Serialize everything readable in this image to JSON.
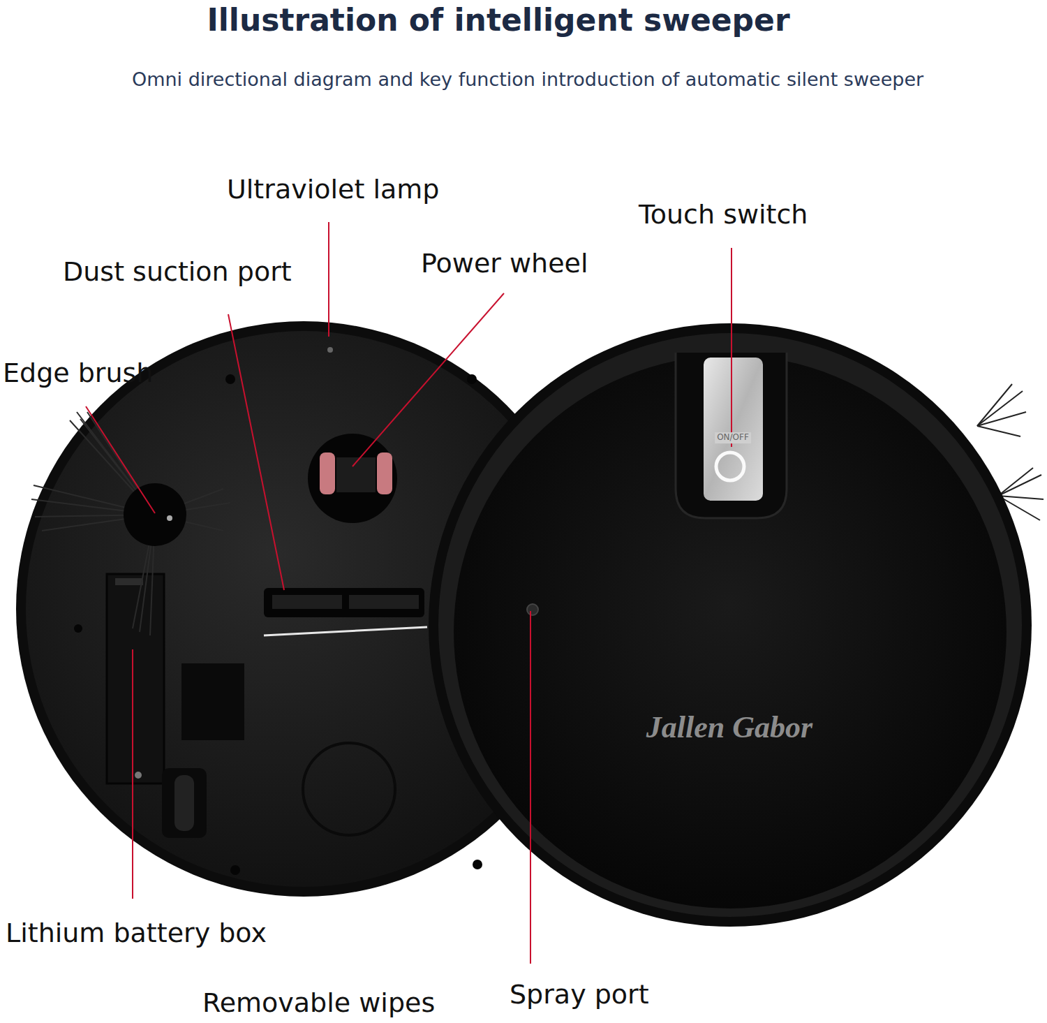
{
  "diagram": {
    "title": "Illustration of intelligent sweeper",
    "labels": [
      "Omni directional diagram and key function introduction of automatic silent sweeper",
      "Ultraviolet lamp",
      "Touch switch",
      "Dust suction port",
      "Power wheel",
      "Edge brush",
      "ON/OFF",
      "Jallen Gabor",
      "Lithium battery box",
      "Removable wipes",
      "Spray port"
    ]
  }
}
